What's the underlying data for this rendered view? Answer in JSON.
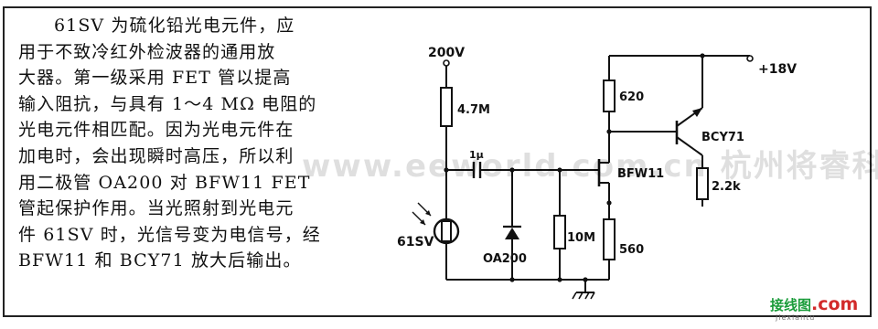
{
  "description": {
    "lines": [
      "61SV 为硫化铅光电元件，应",
      "用于不致冷红外检波器的通用放",
      "大器。第一级采用 FET 管以提高",
      "输入阻抗，与具有 1～4 MΩ 电阻的",
      "光电元件相匹配。因为光电元件在",
      "加电时，会出现瞬时高压，所以利",
      "用二极管 OA200 对 BFW11 FET",
      "管起保护作用。当光照射到光电元",
      "件 61SV 时，光信号变为电信号，经",
      "BFW11 和 BCY71 放大后输出。"
    ]
  },
  "circuit": {
    "labels": {
      "supply_200v": "200V",
      "supply_18v": "+18V",
      "r_4_7m": "4.7M",
      "r_620": "620",
      "r_2_2k": "2.2k",
      "r_10m": "10M",
      "r_560": "560",
      "cap": "1μ",
      "fet": "BFW11",
      "transistor": "BCY71",
      "photocell": "61SV",
      "diode": "OA200"
    }
  },
  "watermark": {
    "text": "www.eeworld.com.cn  杭州将睿科技有限公司"
  },
  "logo": {
    "main": "接线图",
    "suffix": ".com",
    "sub": "jiexiantu"
  }
}
